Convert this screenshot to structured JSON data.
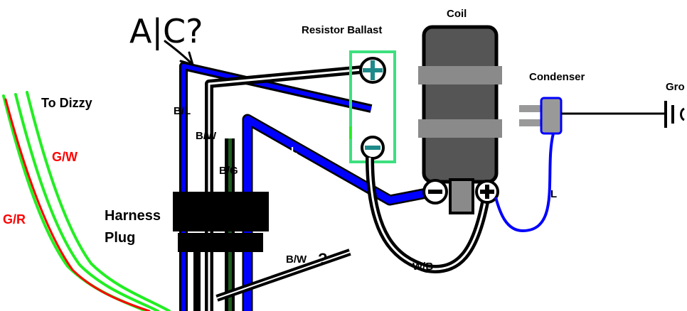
{
  "labels": {
    "resistor_ballast": "Resistor Ballast",
    "coil": "Coil",
    "condenser": "Condenser",
    "ground": "Gro",
    "to_dizzy": "To Dizzy",
    "harness_plug_line1": "Harness",
    "harness_plug_line2": "Plug",
    "ac_question": "A|C?",
    "question_mark": "?"
  },
  "wire_labels": {
    "gw": "G/W",
    "gr": "G/R",
    "bl": "B/L",
    "bw": "B/W",
    "bg": "B/G",
    "l_left": "L",
    "l_right": "L",
    "wb": "W/B",
    "bw_lower": "B/W"
  },
  "terminals": {
    "plus": "+",
    "minus": "−"
  },
  "colors": {
    "blue": "#0000ff",
    "black": "#000000",
    "green": "#22ee22",
    "red": "#ff0000",
    "dark_green": "#1d5b1d",
    "teal": "#1e8a8a",
    "ballast_border": "#3de07f",
    "coil_body": "#555555",
    "coil_band": "#8a8a8a",
    "condenser_body": "#999999"
  }
}
